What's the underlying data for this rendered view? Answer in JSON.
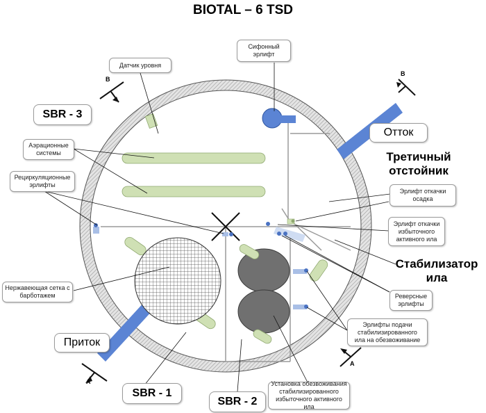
{
  "title": "BIOTAL – 6 TSD",
  "colors": {
    "ring_hatch": "#b0b0b0",
    "ring_outline": "#555555",
    "pipe_blue": "#5b84d4",
    "aeration_green": "#cfe0b4",
    "aeration_outline": "#8fa870",
    "dewatering_gray": "#707070",
    "airlift_blue": "#4a72c2",
    "airlift_light": "#a9bfe6"
  },
  "icons": {
    "siphon": "siphon-airlift-icon",
    "mesh": "mesh-grid-icon",
    "cross": "cross-valve-icon"
  },
  "zones": {
    "sbr3": "SBR - 3",
    "sbr1": "SBR - 1",
    "sbr2": "SBR - 2",
    "clarifier": "Третичный\nотстойник",
    "stabilizer": "Стабилизатор\nила"
  },
  "pipes": {
    "outflow": "Отток",
    "inflow": "Приток"
  },
  "sections": {
    "a": "A",
    "b": "B"
  },
  "callouts": {
    "siphon_airlift": "Сифонный\nэрлифт",
    "level_sensor": "Датчик уровня",
    "aeration_systems": "Аэрационные\nсистемы",
    "recirculation_airlifts": "Рециркуляционные\nэрлифты",
    "sludge_airlift": "Эрлифт откачки\nосадка",
    "excess_sludge_airlift": "Эрлифт откачки\nизбыточного\nактивного ила",
    "reverse_airlifts": "Реверсные\nэрлифты",
    "dewatering_feed_airlifts": "Эрлифты подачи\nстабилизированного\nила на обезвоживание",
    "stainless_mesh": "Нержавеющая сетка с\nбарботажем",
    "dewatering_unit": "Установка обезвоживания\nстабилизированного\nизбыточного активного ила"
  }
}
